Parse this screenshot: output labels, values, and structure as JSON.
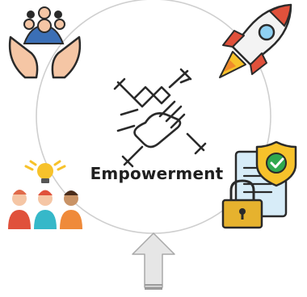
{
  "diagram": {
    "center_label": "Empowerment",
    "icons": [
      {
        "id": "hands-holding-people",
        "icon": "hands-holding-people-icon",
        "position": "top-left"
      },
      {
        "id": "rocket",
        "icon": "rocket-icon",
        "position": "top-right"
      },
      {
        "id": "team-idea",
        "icon": "team-idea-icon",
        "position": "bottom-left"
      },
      {
        "id": "secure-document",
        "icon": "secure-document-icon",
        "position": "bottom-right"
      },
      {
        "id": "joined-hands",
        "icon": "joined-hands-icon",
        "position": "center"
      },
      {
        "id": "up-arrow",
        "icon": "up-arrow-icon",
        "position": "bottom-center"
      }
    ],
    "colors": {
      "ring": "#c9c9c9",
      "skin": "#f5c6a5",
      "people_blue": "#3b6fb6",
      "rocket_red": "#e0513b",
      "bulb_yellow": "#f7c22b",
      "shield_green": "#2fa84f",
      "lock_gold": "#e6b22e",
      "arrow_fill": "#e6e6e6"
    }
  }
}
